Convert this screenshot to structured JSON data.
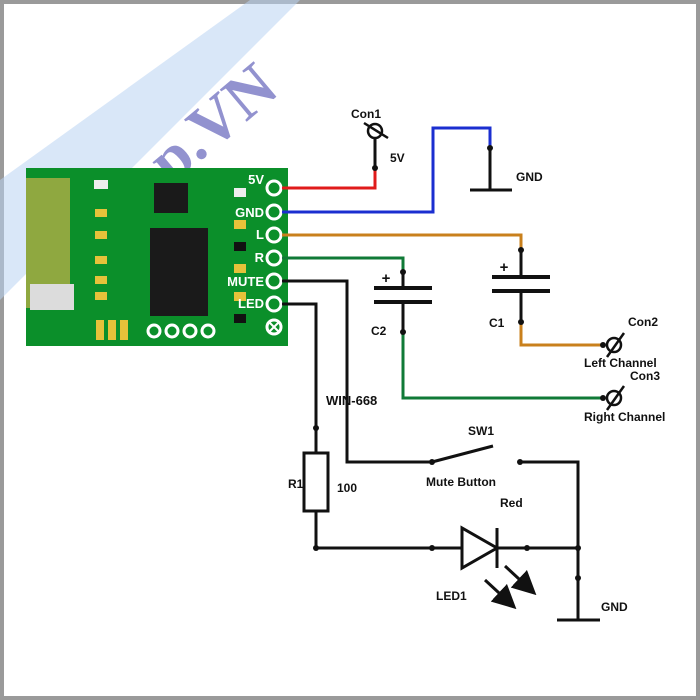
{
  "watermark": {
    "text": "eShop.VN"
  },
  "module": {
    "name": "WIN-668",
    "pins": [
      "5V",
      "GND",
      "L",
      "R",
      "MUTE",
      "LED"
    ]
  },
  "labels": {
    "con1": "Con1",
    "con1_value": "5V",
    "gnd_top": "GND",
    "c1": "C1",
    "c2": "C2",
    "cap_plus": "+",
    "con2": "Con2",
    "left_channel": "Left Channel",
    "con3": "Con3",
    "right_channel": "Right Channel",
    "sw1": "SW1",
    "mute_button": "Mute Button",
    "r1": "R1",
    "r1_value": "100",
    "led_color": "Red",
    "led1": "LED1",
    "gnd_bottom": "GND"
  },
  "colors": {
    "pcb": "#0b8f2a",
    "wire_5v": "#e01b1b",
    "wire_gnd": "#1b2fd0",
    "wire_l": "#c9801c",
    "wire_r": "#107a37",
    "wire_black": "#111111"
  }
}
